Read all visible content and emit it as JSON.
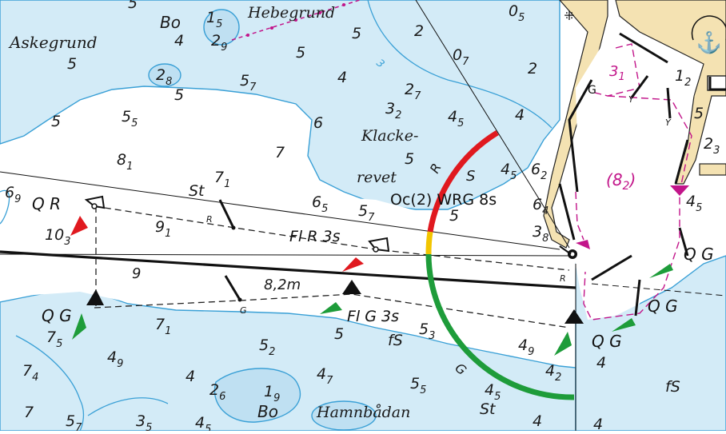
{
  "colors": {
    "water": "#d3ebf7",
    "land": "#f4e2b2",
    "depth_contour": "#3aa0d6",
    "red_light": "#e0191f",
    "green_light": "#1e9c3a",
    "yellow_light": "#f2c500",
    "magenta": "#c2158a"
  },
  "place_names": {
    "askegrund": "Askegrund",
    "hebegrund": "Hebegrund",
    "hamnbadan": "Hamnbådan",
    "klacke": "Klacke-",
    "revet": "revet",
    "bo_top": "Bo",
    "bo_bottom": "Bo"
  },
  "lights": {
    "sector_light": "Oc(2) WRG 8s",
    "fl_r": "Fl R 3s",
    "fl_g": "Fl G 3s",
    "qr": "Q R",
    "qg_left": "Q G",
    "qg_right_top": "Q G",
    "qg_right_mid": "Q G",
    "qg_right_bottom": "Q G"
  },
  "fairway": {
    "depth": "8,2m",
    "depth_9": "9",
    "sector_R": "R",
    "sector_S": "S",
    "sector_G": "G",
    "r_mark_1": "R",
    "r_mark_2": "R",
    "g_mark": "G"
  },
  "misc": {
    "st_1": "St",
    "st_2": "St",
    "fs_1": "fS",
    "fs_2": "fS",
    "contour_label": "3",
    "y1": "Y",
    "y2": "Y",
    "gl": "G"
  },
  "soundings": [
    {
      "v": "5",
      "s": ""
    },
    {
      "v": "1",
      "s": "5"
    },
    {
      "v": "2",
      "s": "9"
    },
    {
      "v": "5",
      "s": ""
    },
    {
      "v": "2",
      "s": ""
    },
    {
      "v": "0",
      "s": "5"
    },
    {
      "v": "4",
      "s": ""
    },
    {
      "v": "5",
      "s": ""
    },
    {
      "v": "0",
      "s": "7"
    },
    {
      "v": "5",
      "s": ""
    },
    {
      "v": "2",
      "s": "8"
    },
    {
      "v": "4",
      "s": ""
    },
    {
      "v": "5",
      "s": "7"
    },
    {
      "v": "2",
      "s": ""
    },
    {
      "v": "5",
      "s": ""
    },
    {
      "v": "2",
      "s": "7"
    },
    {
      "v": "3",
      "s": "2"
    },
    {
      "v": "4",
      "s": "5"
    },
    {
      "v": "4",
      "s": ""
    },
    {
      "v": "5",
      "s": ""
    },
    {
      "v": "5",
      "s": "5"
    },
    {
      "v": "6",
      "s": ""
    },
    {
      "v": "8",
      "s": "1"
    },
    {
      "v": "7",
      "s": ""
    },
    {
      "v": "5",
      "s": ""
    },
    {
      "v": "4",
      "s": "5"
    },
    {
      "v": "6",
      "s": "9"
    },
    {
      "v": "7",
      "s": "1"
    },
    {
      "v": "6",
      "s": "5"
    },
    {
      "v": "5",
      "s": "7"
    },
    {
      "v": "5",
      "s": ""
    },
    {
      "v": "10",
      "s": "3"
    },
    {
      "v": "9",
      "s": "1"
    },
    {
      "v": "3",
      "s": "8"
    },
    {
      "v": "4",
      "s": "5"
    },
    {
      "v": "9",
      "s": ""
    },
    {
      "v": "7",
      "s": "5"
    },
    {
      "v": "7",
      "s": "1"
    },
    {
      "v": "5",
      "s": "2"
    },
    {
      "v": "5",
      "s": ""
    },
    {
      "v": "5",
      "s": "3"
    },
    {
      "v": "4",
      "s": "9"
    },
    {
      "v": "4",
      "s": "9"
    },
    {
      "v": "4",
      "s": ""
    },
    {
      "v": "7",
      "s": "4"
    },
    {
      "v": "4",
      "s": ""
    },
    {
      "v": "2",
      "s": "6"
    },
    {
      "v": "1",
      "s": "9"
    },
    {
      "v": "4",
      "s": "7"
    },
    {
      "v": "5",
      "s": "5"
    },
    {
      "v": "4",
      "s": "2"
    },
    {
      "v": "4",
      "s": "5"
    },
    {
      "v": "4",
      "s": ""
    },
    {
      "v": "7",
      "s": ""
    },
    {
      "v": "5",
      "s": "7"
    },
    {
      "v": "3",
      "s": "5"
    },
    {
      "v": "4",
      "s": "5"
    },
    {
      "v": "4",
      "s": ""
    },
    {
      "v": "4",
      "s": ""
    },
    {
      "v": "1",
      "s": "2"
    },
    {
      "v": "5",
      "s": ""
    },
    {
      "v": "2",
      "s": "3"
    },
    {
      "v": "6",
      "s": "2"
    },
    {
      "v": "6",
      "s": "4"
    }
  ],
  "drying_heights": [
    {
      "v": "3",
      "s": "1"
    },
    {
      "v": "8",
      "s": "2"
    }
  ]
}
